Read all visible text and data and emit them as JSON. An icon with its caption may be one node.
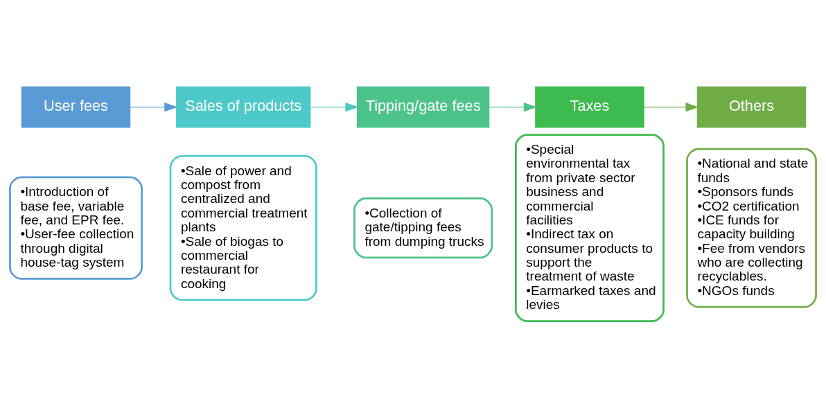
{
  "diagram": {
    "nodes": [
      {
        "text": [
          "User fees"
        ]
      },
      {
        "text": [
          "•Introduction of base fee, variable fee, and EPR fee.",
          "•User-fee collection through digital house-tag system"
        ]
      },
      {
        "text": [
          "Sales of products"
        ]
      },
      {
        "text": [
          "•Sale of power and compost from centralized and commercial treatment plants",
          "•Sale of biogas to commercial restaurant for cooking"
        ]
      },
      {
        "text": [
          "Tipping/gate fees"
        ]
      },
      {
        "text": [
          "•Collection of gate/tipping fees from dumping trucks"
        ]
      },
      {
        "text": [
          "Taxes"
        ]
      },
      {
        "text": [
          "•Special environmental tax from private sector business and commercial facilities",
          "•Indirect tax on consumer products to support the treatment of waste",
          "•Earmarked taxes and levies"
        ]
      },
      {
        "text": [
          "Others"
        ]
      },
      {
        "text": [
          "•National and state funds",
          "•Sponsors funds",
          "•CO2 certification",
          "•ICE funds for capacity building",
          "•Fee from vendors who are collecting recyclables.",
          "•NGOs funds"
        ]
      }
    ],
    "edges": [
      {
        "from": 0,
        "to": 2,
        "arrow": "to",
        "color": "#5b9bd5"
      },
      {
        "from": 2,
        "to": 4,
        "arrow": "to",
        "color": "#4dc9c0"
      },
      {
        "from": 4,
        "to": 6,
        "arrow": "to",
        "color": "#4cc38a"
      },
      {
        "from": 6,
        "to": 8,
        "arrow": "to",
        "color": "#70ad47"
      }
    ]
  }
}
